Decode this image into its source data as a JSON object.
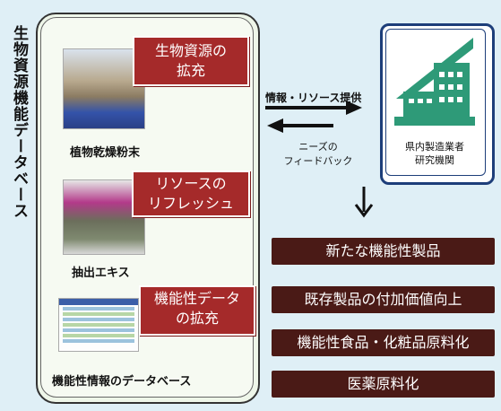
{
  "vertical_title": "生物資源機能データベース",
  "boxes": {
    "expand_bio": "生物資源の\n拡充",
    "refresh": "リソースの\nリフレッシュ",
    "expand_data": "機能性データ\nの拡充"
  },
  "captions": {
    "powder": "植物乾燥粉末",
    "extract": "抽出エキス",
    "database": "機能性情報のデータベース"
  },
  "flow": {
    "provide": "情報・リソース提供",
    "needs_line1": "ニーズの",
    "needs_line2": "フィードバック"
  },
  "organization": {
    "line1": "県内製造業者",
    "line2": "研究機関"
  },
  "outcomes": [
    "新たな機能性製品",
    "既存製品の付加価値向上",
    "機能性食品・化粧品原料化",
    "医薬原料化"
  ],
  "colors": {
    "red": "#a52a2a",
    "brown": "#4a1a16",
    "logo_green": "#2e9a78",
    "logo_blue": "#1d3e7a"
  }
}
